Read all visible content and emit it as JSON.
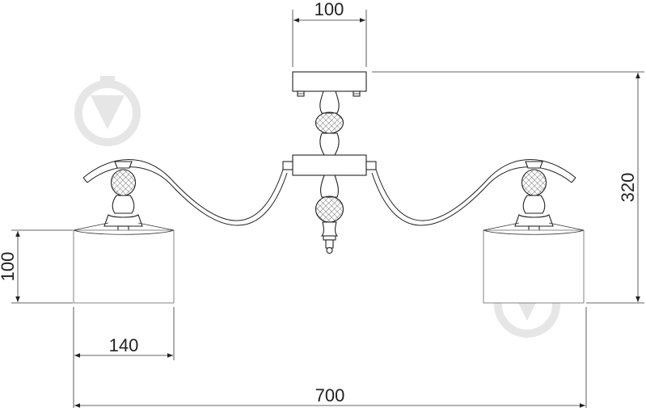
{
  "dimensions": {
    "canopy_width": "100",
    "total_height": "320",
    "shade_height": "100",
    "shade_width": "140",
    "total_width": "700"
  },
  "icons": {
    "watermark": "download-arrow-icon"
  }
}
